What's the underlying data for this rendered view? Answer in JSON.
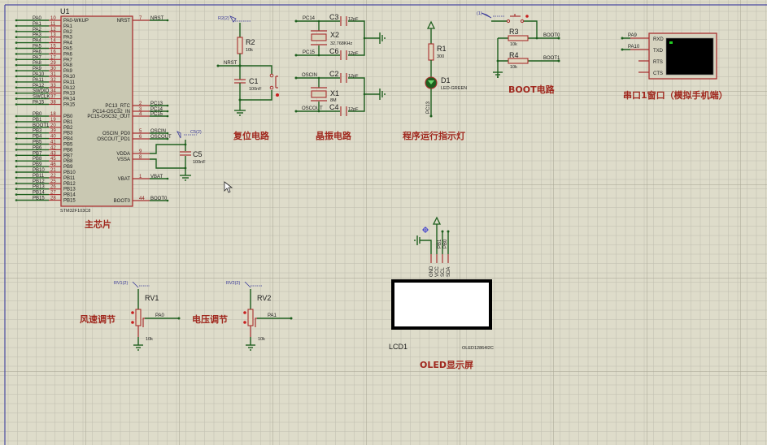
{
  "sheet": {
    "frame_color": "#4a4aa0",
    "wire_color": "#1e5f1e",
    "pin_color": "#a83030",
    "title_color": "#a0281e"
  },
  "u1": {
    "ref": "U1",
    "part": "STM32F103C8",
    "title": "主芯片",
    "left_pins": [
      {
        "net": "PA0",
        "num": "10",
        "name": "PA0-WKUP"
      },
      {
        "net": "PA1",
        "num": "11",
        "name": "PA1"
      },
      {
        "net": "PA2",
        "num": "12",
        "name": "PA2"
      },
      {
        "net": "PA3",
        "num": "13",
        "name": "PA3"
      },
      {
        "net": "PA4",
        "num": "14",
        "name": "PA4"
      },
      {
        "net": "PA5",
        "num": "15",
        "name": "PA5"
      },
      {
        "net": "PA6",
        "num": "16",
        "name": "PA6"
      },
      {
        "net": "PA7",
        "num": "17",
        "name": "PA7"
      },
      {
        "net": "PA8",
        "num": "29",
        "name": "PA8"
      },
      {
        "net": "PA9",
        "num": "30",
        "name": "PA9"
      },
      {
        "net": "PA10",
        "num": "31",
        "name": "PA10"
      },
      {
        "net": "PA11",
        "num": "32",
        "name": "PA11"
      },
      {
        "net": "PA12",
        "num": "33",
        "name": "PA12"
      },
      {
        "net": "SWDIO",
        "num": "34",
        "name": "PA13"
      },
      {
        "net": "SWCLK",
        "num": "37",
        "name": "PA14"
      },
      {
        "net": "PA15",
        "num": "38",
        "name": "PA15"
      },
      {
        "net": "PB0",
        "num": "18",
        "name": "PB0"
      },
      {
        "net": "PB1",
        "num": "19",
        "name": "PB1"
      },
      {
        "net": "BOOT1",
        "num": "20",
        "name": "PB2"
      },
      {
        "net": "PB3",
        "num": "39",
        "name": "PB3"
      },
      {
        "net": "PB4",
        "num": "40",
        "name": "PB4"
      },
      {
        "net": "PB5",
        "num": "41",
        "name": "PB5"
      },
      {
        "net": "PB6",
        "num": "42",
        "name": "PB6"
      },
      {
        "net": "PB7",
        "num": "43",
        "name": "PB7"
      },
      {
        "net": "PB8",
        "num": "45",
        "name": "PB8"
      },
      {
        "net": "PB9",
        "num": "46",
        "name": "PB9"
      },
      {
        "net": "PB10",
        "num": "21",
        "name": "PB10"
      },
      {
        "net": "PB11",
        "num": "22",
        "name": "PB11"
      },
      {
        "net": "PB12",
        "num": "25",
        "name": "PB12"
      },
      {
        "net": "PB13",
        "num": "26",
        "name": "PB13"
      },
      {
        "net": "PB14",
        "num": "27",
        "name": "PB14"
      },
      {
        "net": "PB15",
        "num": "28",
        "name": "PB15"
      }
    ],
    "right_pins": [
      {
        "name": "NRST",
        "num": "7",
        "net": "NRST"
      },
      {
        "name": "PC13_RTC",
        "num": "2",
        "net": "PC13"
      },
      {
        "name": "PC14-OSC32_IN",
        "num": "3",
        "net": "PC14"
      },
      {
        "name": "PC15-OSC32_OUT",
        "num": "4",
        "net": "PC15"
      },
      {
        "name": "OSCIN_PD0",
        "num": "5",
        "net": "OSCIN"
      },
      {
        "name": "OSCOUT_PD1",
        "num": "6",
        "net": "OSCOUT"
      },
      {
        "name": "VDDA",
        "num": "9",
        "net": ""
      },
      {
        "name": "VSSA",
        "num": "8",
        "net": ""
      },
      {
        "name": "VBAT",
        "num": "1",
        "net": "VBAT"
      },
      {
        "name": "BOOT0",
        "num": "44",
        "net": "BOOT0"
      }
    ],
    "c5": {
      "ref": "C5",
      "value": "100nF",
      "probe": "C5(2)"
    }
  },
  "reset": {
    "title": "复位电路",
    "probe": "R2(2)",
    "r_ref": "R2",
    "r_val": "10k",
    "net": "NRST",
    "c_ref": "C1",
    "c_val": "100nF"
  },
  "crystal": {
    "title": "晶振电路",
    "c3": {
      "ref": "C3",
      "val": "12pF"
    },
    "c6": {
      "ref": "C6",
      "val": "12pF"
    },
    "x2": {
      "ref": "X2",
      "val": "32.768KHz"
    },
    "c2": {
      "ref": "C2",
      "val": "12pF"
    },
    "c4": {
      "ref": "C4",
      "val": "12pF"
    },
    "x1": {
      "ref": "X1",
      "val": "8M"
    },
    "nets": {
      "pc14": "PC14",
      "pc15": "PC15",
      "oscin": "OSCIN",
      "oscout": "OSCOUT"
    }
  },
  "led": {
    "title": "程序运行指示灯",
    "r_ref": "R1",
    "r_val": "300",
    "d_ref": "D1",
    "d_val": "LED-GREEN",
    "net": "PC13"
  },
  "boot": {
    "title": "BOOT电路",
    "probe": "(1)",
    "r3_ref": "R3",
    "r3_val": "10k",
    "r4_ref": "R4",
    "r4_val": "10k",
    "net0": "BOOT0",
    "net1": "BOOT1"
  },
  "uart": {
    "title": "串口1窗口（模拟手机端）",
    "pins": [
      "RXD",
      "TXD",
      "RTS",
      "CTS"
    ],
    "net_rxd": "PA9",
    "net_txd": "PA10"
  },
  "rv1": {
    "title": "风速调节",
    "probe": "RV1(2)",
    "ref": "RV1",
    "val": "10k",
    "net": "PA0"
  },
  "rv2": {
    "title": "电压调节",
    "probe": "RV2(2)",
    "ref": "RV2",
    "val": "10k",
    "net": "PA1"
  },
  "oled": {
    "title": "OLED显示屏",
    "ref": "LCD1",
    "part": "OLED12864I2C",
    "pins": [
      "GND",
      "VCC",
      "SCL",
      "SDA"
    ],
    "nets": [
      "PB1",
      "PB0"
    ]
  }
}
